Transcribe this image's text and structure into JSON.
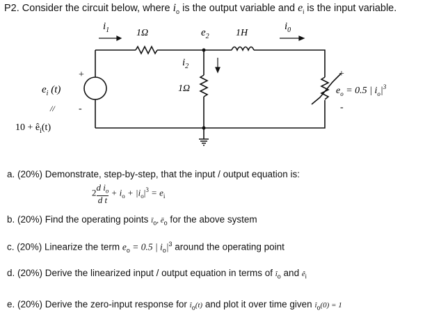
{
  "header": {
    "text_a": "P2. Consider the circuit below, where ",
    "var_in": "i",
    "var_in_sub": "o",
    "text_b": " is the output variable and ",
    "var_e": "e",
    "var_e_sub": "i",
    "text_c": " is the input variable."
  },
  "circuit": {
    "i1_label": "i",
    "i1_sub": "1",
    "r1_label": "1Ω",
    "e2_label": "e",
    "e2_sub": "2",
    "l_label": "1H",
    "io_label": "i",
    "io_sub": "0",
    "i2_label": "i",
    "i2_sub": "2",
    "r2_label": "1Ω",
    "source_label": "e",
    "source_sub": "i",
    "source_arg": " (t)",
    "source_eq": "//",
    "source_value": "10 + ê",
    "source_value_sub": "i",
    "source_value_arg": "(t)",
    "plus": "+",
    "minus": "-",
    "eo_label": "e",
    "eo_sub": "o",
    "eo_expr": " = 0.5 | i",
    "eo_expr_sub": "o",
    "eo_expr_end": "|",
    "eo_exp": "3"
  },
  "questions": {
    "a": "a. (20%) Demonstrate, step-by-step, that the input / output equation is:",
    "a_eq_coef": "2",
    "a_eq_num": "d i",
    "a_eq_num_sub": "o",
    "a_eq_den": "d t",
    "a_eq_rest": " + i",
    "a_eq_rest_sub": "o",
    "a_eq_abs": " + |i",
    "a_eq_abs_sub": "o",
    "a_eq_abs_end": "|",
    "a_eq_exp": "3",
    "a_eq_end": " = e",
    "a_eq_end_sub": "i",
    "b_pre": "b. (20%) Find the operating points ",
    "b_vars": "ī",
    "b_vars_sub": "o",
    "b_vars2": ", ē",
    "b_vars2_sub": "o",
    "b_post": " for the above system",
    "c_pre": "c. (20%) Linearize the term ",
    "c_expr": "e",
    "c_expr_sub": "o",
    "c_expr2": " = 0.5 | i",
    "c_expr2_sub": "o",
    "c_expr3": "|",
    "c_expr_exp": "3",
    "c_post": " around the operating point",
    "d_pre": "d. (20%) Derive the linearized input / output equation in terms of ",
    "d_var1": "î",
    "d_var1_sub": "o",
    "d_and": " and ",
    "d_var2": "ê",
    "d_var2_sub": "i",
    "e_pre": "e. (20%) Derive the zero-input response for ",
    "e_var": "î",
    "e_var_sub": "o",
    "e_var_arg": "(t)",
    "e_mid": " and plot it over time given ",
    "e_var2": "î",
    "e_var2_sub": "o",
    "e_var2_end": "(0) = 1"
  }
}
